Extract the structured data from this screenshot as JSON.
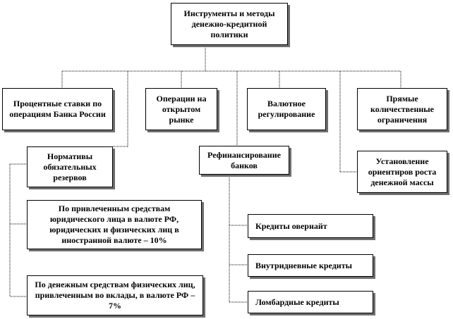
{
  "root": {
    "label": "Инструменты и методы денежно-кредитной политики"
  },
  "level1": [
    {
      "id": "rates",
      "label": "Процентные ставки по операциям Банка России"
    },
    {
      "id": "open-market",
      "label": "Операции на открытом рынке"
    },
    {
      "id": "fx",
      "label": "Валютное регулирование"
    },
    {
      "id": "direct-limits",
      "label": "Прямые количественные ограничения"
    },
    {
      "id": "reserves",
      "label": "Нормативы обязательных резервов"
    },
    {
      "id": "refinancing",
      "label": "Рефинансирование банков"
    },
    {
      "id": "money-supply",
      "label": "Установление ориентиров роста денежной массы"
    }
  ],
  "reserves_children": [
    {
      "id": "foreign-currency",
      "label": "По привлеченным средствам юридического лица в валюте РФ, юридических и физических лиц в иностранной валюте – 10%"
    },
    {
      "id": "rub-deposits",
      "label": "По денежным средствам физических лиц, привлеченным во вклады, в валюте РФ – 7%"
    }
  ],
  "refinancing_children": [
    {
      "id": "overnight",
      "label": "Кредиты овернайт"
    },
    {
      "id": "intraday",
      "label": "Внутридневные кредиты"
    },
    {
      "id": "lombard",
      "label": "Ломбардные кредиты"
    }
  ]
}
